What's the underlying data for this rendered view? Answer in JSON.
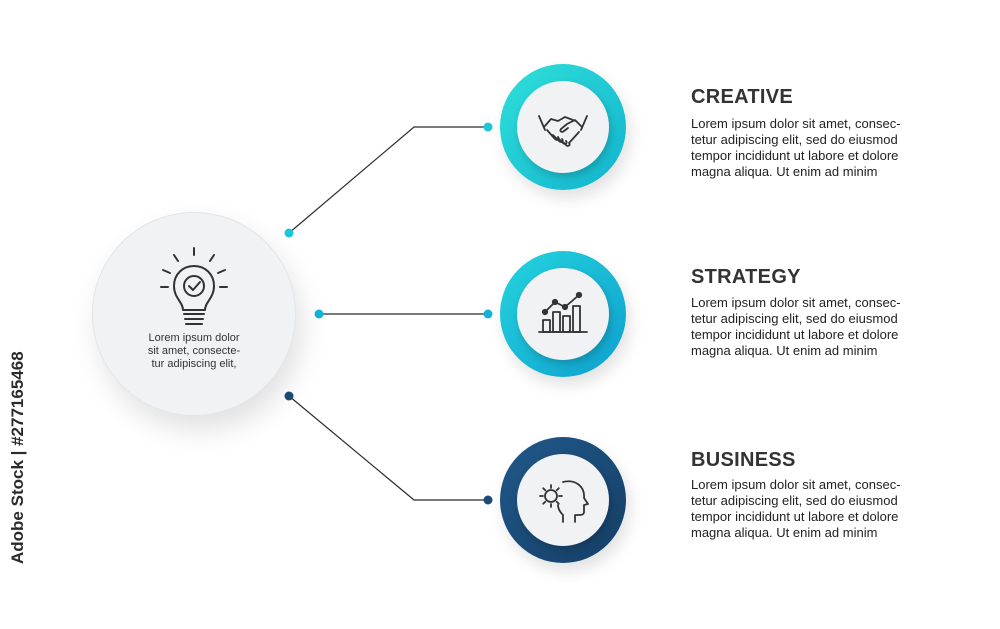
{
  "colors": {
    "creative": "#1bc6d6",
    "strategy": "#13b2d6",
    "business": "#1b4b77",
    "line": "#2b2b2b"
  },
  "center": {
    "icon": "lightbulb-check-icon",
    "text_lines": [
      "Lorem ipsum dolor",
      "sit amet, consecte-",
      "tur adipiscing elit,"
    ]
  },
  "items": [
    {
      "title": "CREATIVE",
      "icon": "handshake-icon",
      "lines": [
        "Lorem ipsum dolor sit amet, consec-",
        "tetur adipiscing elit, sed do eiusmod",
        "tempor incididunt ut labore et dolore",
        "magna aliqua. Ut enim ad minim"
      ]
    },
    {
      "title": "STRATEGY",
      "icon": "bar-chart-growth-icon",
      "lines": [
        "Lorem ipsum dolor sit amet, consec-",
        "tetur adipiscing elit, sed do eiusmod",
        "tempor incididunt ut labore et dolore",
        "magna aliqua. Ut enim ad minim"
      ]
    },
    {
      "title": "BUSINESS",
      "icon": "head-gear-icon",
      "lines": [
        "Lorem ipsum dolor sit amet, consec-",
        "tetur adipiscing elit, sed do eiusmod",
        "tempor incididunt ut labore et dolore",
        "magna aliqua. Ut enim ad minim"
      ]
    }
  ],
  "watermark": "Adobe Stock | #277165468"
}
